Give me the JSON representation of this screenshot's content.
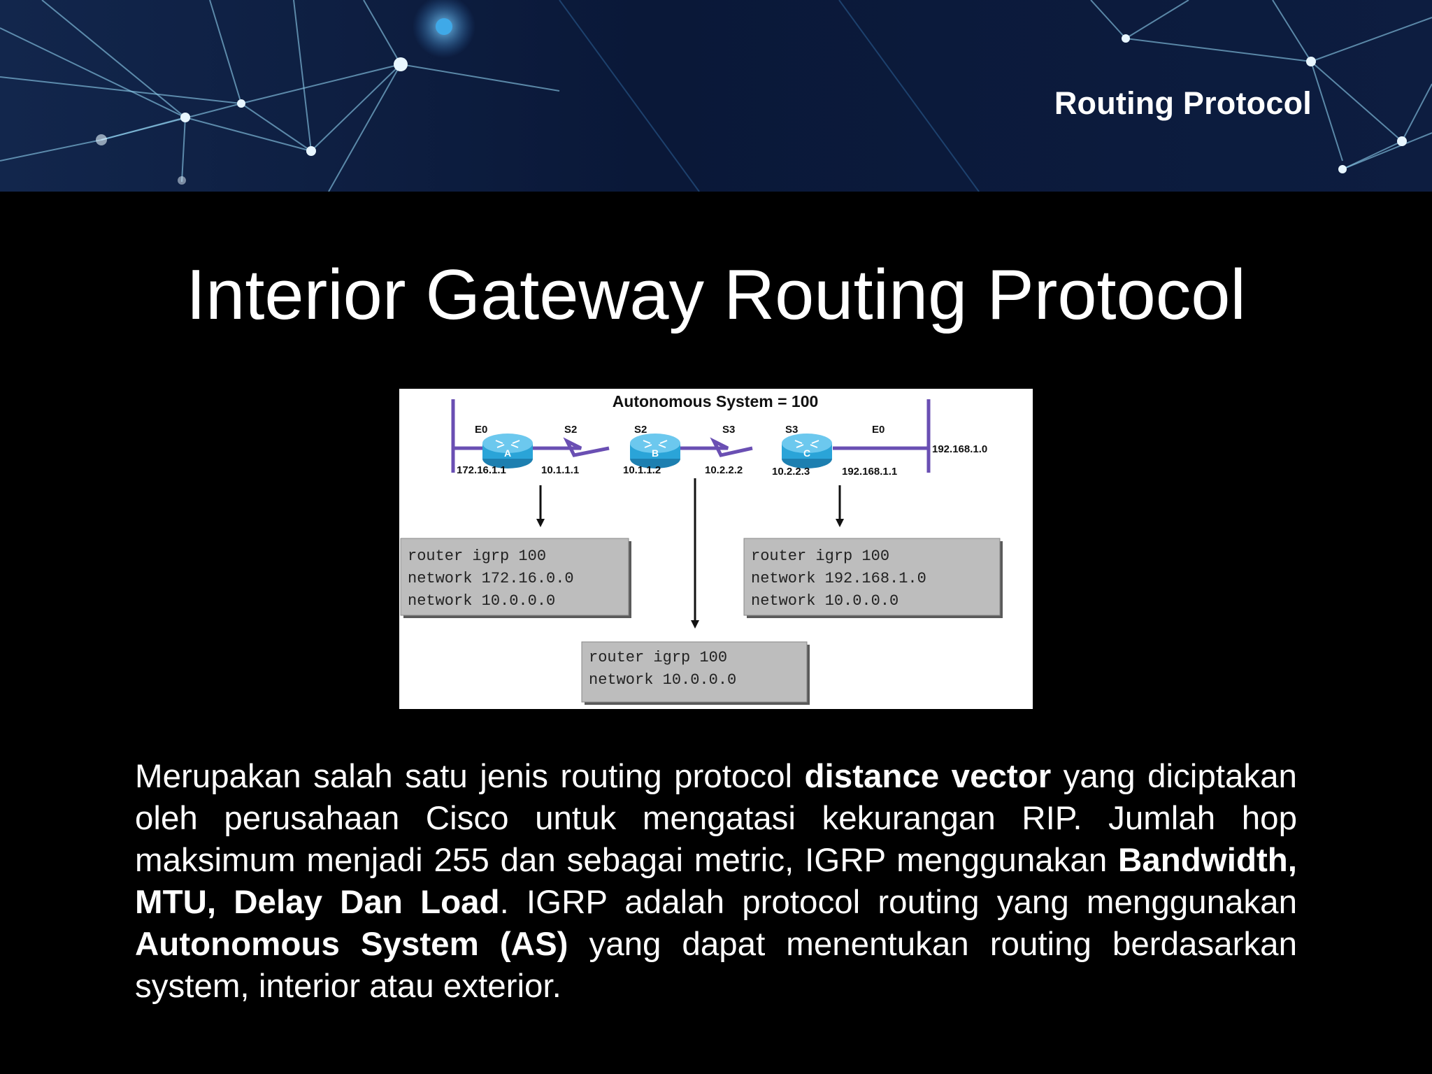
{
  "header": {
    "title": "Routing Protocol"
  },
  "slide": {
    "title": "Interior Gateway Routing Protocol"
  },
  "diagram": {
    "as_label": "Autonomous System = 100",
    "interfaces": {
      "a_e0": "E0",
      "a_s2": "S2",
      "b_s2": "S2",
      "b_s3": "S3",
      "c_s3": "S3",
      "c_e0": "E0"
    },
    "routers": {
      "a": "A",
      "b": "B",
      "c": "C"
    },
    "ips": {
      "a_e0": "172.16.1.1",
      "a_s2": "10.1.1.1",
      "b_s2": "10.1.1.2",
      "b_s3": "10.2.2.2",
      "c_s3": "10.2.2.3",
      "c_e0": "192.168.1.1",
      "network_right": "192.168.1.0"
    },
    "config_a": [
      "router igrp 100",
      "network 172.16.0.0",
      "network 10.0.0.0"
    ],
    "config_c": [
      "router igrp 100",
      "network 192.168.1.0",
      "network 10.0.0.0"
    ],
    "config_b": [
      "router igrp 100",
      "network 10.0.0.0"
    ]
  },
  "body": {
    "p1": "Merupakan salah satu jenis routing protocol ",
    "b1": "distance vector",
    "p2": " yang diciptakan oleh perusahaan Cisco untuk mengatasi kekurangan RIP. Jumlah hop maksimum menjadi 255 dan sebagai metric, IGRP menggunakan ",
    "b2": "Bandwidth, MTU, Delay Dan Load",
    "p3": ". IGRP adalah protocol routing yang menggunakan ",
    "b3": "Autonomous System (AS)",
    "p4": " yang dapat menentukan routing berdasarkan system, interior atau exterior."
  },
  "colors": {
    "banner_dark": "#0b1530",
    "banner_light": "#5fb8e6",
    "router_blue": "#2aa4d8",
    "link_purple": "#6a4fb3",
    "config_box": "#bdbdbd"
  }
}
